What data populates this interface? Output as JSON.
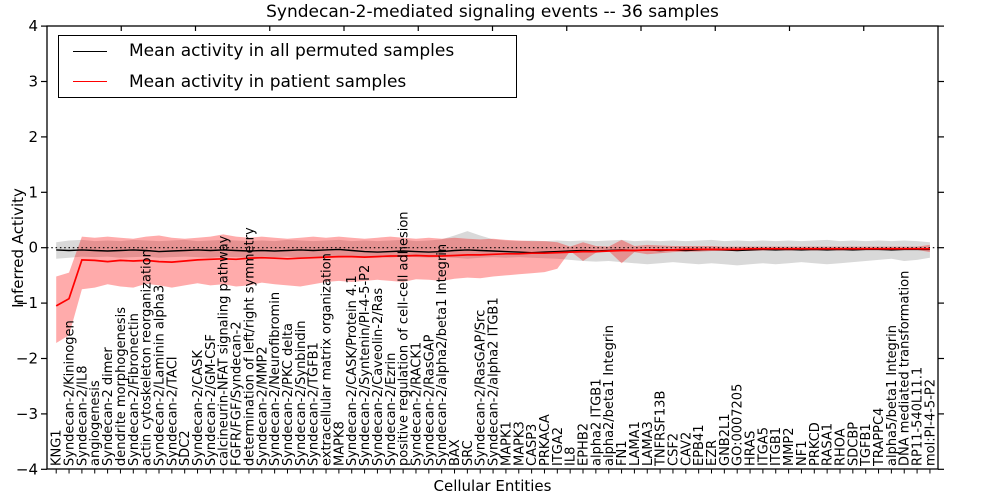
{
  "chart_data": {
    "type": "line",
    "title": "Syndecan-2-mediated signaling events -- 36 samples",
    "xlabel": "Cellular Entities",
    "ylabel": "Inferred Activity",
    "ylim": [
      -4,
      4
    ],
    "yticks": [
      -4,
      -3,
      -2,
      -1,
      0,
      1,
      2,
      3,
      4
    ],
    "ytick_labels": [
      "−4",
      "−3",
      "−2",
      "−1",
      "0",
      "1",
      "2",
      "3",
      "4"
    ],
    "grid": false,
    "legend_position": "upper left",
    "zero_reference_line": 0,
    "categories": [
      "KNG1",
      "Syndecan-2/Kininogen",
      "Syndecan-2/IL8",
      "angiogenesis",
      "Syndecan-2 dimer",
      "dendrite morphogenesis",
      "Syndecan-2/Fibronectin",
      "actin cytoskeleton reorganization",
      "Syndecan-2/Laminin alpha3",
      "Syndecan-2/TACI",
      "SDC2",
      "Syndecan-2/CASK",
      "Syndecan-2/GM-CSF",
      "calcineurin-NFAT signaling pathway",
      "FGFR/FGF/Syndecan-2",
      "determination of left/right symmetry",
      "Syndecan-2/MMP2",
      "Syndecan-2/Neurofibromin",
      "Syndecan-2/PKC delta",
      "Syndecan-2/Synbindin",
      "Syndecan-2/TGFB1",
      "extracellular matrix organization",
      "MAPK8",
      "Syndecan-2/CASK/Protein 4.1",
      "Syndecan-2/Syntenin/PI-4-5-P2",
      "Syndecan-2/Caveolin-2/Ras",
      "Syndecan-2/Ezrin",
      "positive regulation of cell-cell adhesion",
      "Syndecan-2/RACK1",
      "Syndecan-2/RasGAP",
      "Syndecan-2/alpha2/beta1 Integrin",
      "BAX",
      "SRC",
      "Syndecan-2/RasGAP/Src",
      "Syndecan-2/alpha2 ITGB1",
      "MAPK1",
      "MAPK3",
      "CASP3",
      "PRKACA",
      "ITGA2",
      "IL8",
      "EPHB2",
      "alpha2 ITGB1",
      "alpha2/beta1 Integrin",
      "FN1",
      "LAMA1",
      "LAMA3",
      "TNFRSF13B",
      "CSF2",
      "CAV2",
      "EPB41",
      "EZR",
      "GNB2L1",
      "GO:0007205",
      "HRAS",
      "ITGA5",
      "ITGB1",
      "MMP2",
      "NF1",
      "PRKCD",
      "RASA1",
      "RHOA",
      "SDCBP",
      "TGFB1",
      "TRAPPC4",
      "alpha5/beta1 Integrin",
      "DNA mediated transformation",
      "RP11-540L11.1",
      "mol:PI-4-5-P2"
    ],
    "series": [
      {
        "name": "Mean activity in all permuted samples",
        "color": "#000000",
        "values": [
          -0.04,
          -0.05,
          -0.04,
          -0.05,
          -0.06,
          -0.05,
          -0.04,
          -0.05,
          -0.07,
          -0.06,
          -0.05,
          -0.04,
          -0.05,
          -0.04,
          -0.05,
          -0.06,
          -0.05,
          -0.06,
          -0.05,
          -0.04,
          -0.05,
          -0.04,
          -0.03,
          -0.05,
          -0.07,
          -0.08,
          -0.07,
          -0.06,
          -0.07,
          -0.08,
          -0.07,
          -0.05,
          -0.04,
          -0.05,
          -0.06,
          -0.07,
          -0.08,
          -0.09,
          -0.08,
          -0.07,
          -0.06,
          -0.05,
          -0.06,
          -0.05,
          -0.04,
          -0.05,
          -0.04,
          -0.05,
          -0.04,
          -0.05,
          -0.04,
          -0.03,
          -0.04,
          -0.05,
          -0.04,
          -0.03,
          -0.04,
          -0.03,
          -0.04,
          -0.03,
          -0.04,
          -0.03,
          -0.04,
          -0.03,
          -0.03,
          -0.04,
          -0.03,
          -0.03,
          -0.03
        ],
        "band": {
          "fill": "#d9d9d9",
          "upper": [
            0.1,
            0.13,
            0.14,
            0.12,
            0.13,
            0.12,
            0.14,
            0.13,
            0.12,
            0.13,
            0.14,
            0.12,
            0.13,
            0.14,
            0.13,
            0.12,
            0.13,
            0.12,
            0.14,
            0.13,
            0.12,
            0.13,
            0.14,
            0.12,
            0.13,
            0.12,
            0.13,
            0.14,
            0.12,
            0.13,
            0.15,
            0.22,
            0.3,
            0.22,
            0.15,
            0.13,
            0.12,
            0.13,
            0.12,
            0.13,
            0.12,
            0.13,
            0.12,
            0.13,
            0.14,
            0.12,
            0.13,
            0.12,
            0.13,
            0.12,
            0.13,
            0.14,
            0.12,
            0.13,
            0.12,
            0.13,
            0.12,
            0.13,
            0.12,
            0.13,
            0.14,
            0.12,
            0.13,
            0.12,
            0.13,
            0.12,
            0.13,
            0.12,
            0.1
          ],
          "lower": [
            -0.2,
            -0.18,
            -0.16,
            -0.17,
            -0.16,
            -0.18,
            -0.17,
            -0.16,
            -0.18,
            -0.17,
            -0.16,
            -0.17,
            -0.18,
            -0.16,
            -0.17,
            -0.18,
            -0.16,
            -0.17,
            -0.16,
            -0.18,
            -0.17,
            -0.16,
            -0.18,
            -0.17,
            -0.16,
            -0.17,
            -0.18,
            -0.16,
            -0.17,
            -0.18,
            -0.17,
            -0.18,
            -0.2,
            -0.18,
            -0.17,
            -0.18,
            -0.17,
            -0.18,
            -0.19,
            -0.2,
            -0.22,
            -0.24,
            -0.25,
            -0.24,
            -0.26,
            -0.28,
            -0.3,
            -0.28,
            -0.26,
            -0.28,
            -0.3,
            -0.28,
            -0.3,
            -0.32,
            -0.3,
            -0.28,
            -0.3,
            -0.28,
            -0.26,
            -0.28,
            -0.3,
            -0.28,
            -0.26,
            -0.24,
            -0.22,
            -0.2,
            -0.24,
            -0.22,
            -0.18
          ]
        }
      },
      {
        "name": "Mean activity in patient samples",
        "color": "#ff0000",
        "values": [
          -1.05,
          -0.92,
          -0.22,
          -0.23,
          -0.25,
          -0.23,
          -0.24,
          -0.23,
          -0.25,
          -0.26,
          -0.24,
          -0.22,
          -0.21,
          -0.2,
          -0.21,
          -0.19,
          -0.18,
          -0.19,
          -0.2,
          -0.19,
          -0.18,
          -0.17,
          -0.16,
          -0.16,
          -0.17,
          -0.16,
          -0.15,
          -0.15,
          -0.14,
          -0.15,
          -0.15,
          -0.14,
          -0.13,
          -0.13,
          -0.12,
          -0.11,
          -0.11,
          -0.1,
          -0.1,
          -0.09,
          -0.08,
          -0.07,
          -0.07,
          -0.06,
          -0.05,
          -0.05,
          -0.04,
          -0.04,
          -0.04,
          -0.03,
          -0.03,
          -0.03,
          -0.03,
          -0.03,
          -0.02,
          -0.02,
          -0.02,
          -0.02,
          -0.02,
          -0.02,
          -0.02,
          -0.02,
          -0.02,
          -0.02,
          -0.02,
          -0.02,
          -0.02,
          -0.02,
          -0.02
        ],
        "band": {
          "fill": "rgba(255,0,0,0.33)",
          "upper": [
            -0.52,
            -0.45,
            0.2,
            0.18,
            0.2,
            0.18,
            0.16,
            0.2,
            0.22,
            0.18,
            0.16,
            0.18,
            0.2,
            0.24,
            0.2,
            0.18,
            0.2,
            0.18,
            0.16,
            0.18,
            0.2,
            0.18,
            0.2,
            0.18,
            0.16,
            0.18,
            0.2,
            0.18,
            0.16,
            0.18,
            0.16,
            0.18,
            0.16,
            0.15,
            0.16,
            0.14,
            0.13,
            0.12,
            0.12,
            0.1,
            0.02,
            0.1,
            0.03,
            0.02,
            0.14,
            0.03,
            0.05,
            0.04,
            0.03,
            0.03,
            0.03,
            0.03,
            0.02,
            0.02,
            0.02,
            0.02,
            0.02,
            0.02,
            0.02,
            0.02,
            0.02,
            0.02,
            0.02,
            0.02,
            0.02,
            0.02,
            0.02,
            0.02,
            0.05
          ],
          "lower": [
            -1.72,
            -1.58,
            -0.75,
            -0.72,
            -0.66,
            -0.7,
            -0.72,
            -0.65,
            -0.68,
            -0.72,
            -0.68,
            -0.64,
            -0.68,
            -0.66,
            -0.7,
            -0.68,
            -0.63,
            -0.66,
            -0.68,
            -0.7,
            -0.66,
            -0.62,
            -0.6,
            -0.62,
            -0.6,
            -0.58,
            -0.6,
            -0.62,
            -0.57,
            -0.58,
            -0.6,
            -0.56,
            -0.54,
            -0.55,
            -0.52,
            -0.5,
            -0.48,
            -0.46,
            -0.44,
            -0.38,
            -0.06,
            -0.24,
            -0.09,
            -0.06,
            -0.28,
            -0.08,
            -0.12,
            -0.1,
            -0.08,
            -0.07,
            -0.07,
            -0.06,
            -0.06,
            -0.06,
            -0.06,
            -0.05,
            -0.05,
            -0.05,
            -0.05,
            -0.05,
            -0.05,
            -0.05,
            -0.04,
            -0.04,
            -0.04,
            -0.04,
            -0.04,
            -0.04,
            -0.08
          ]
        }
      }
    ]
  }
}
